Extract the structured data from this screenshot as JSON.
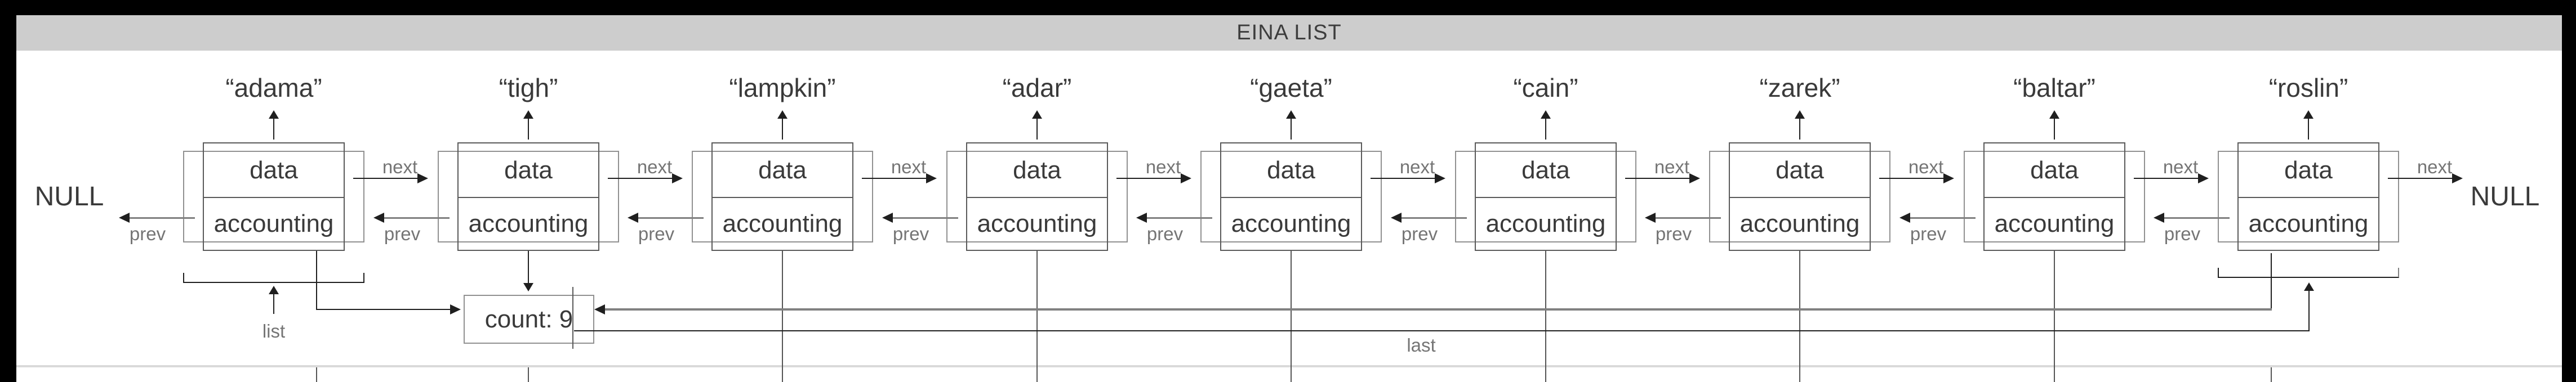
{
  "title": "EINA LIST",
  "left_null": "NULL",
  "right_null": "NULL",
  "labels": {
    "data": "data",
    "accounting": "accounting",
    "next": "next",
    "prev": "prev",
    "list": "list",
    "last": "last"
  },
  "count_box": {
    "text": "count: 9"
  },
  "nodes": [
    {
      "name": "“adama”"
    },
    {
      "name": "“tigh”"
    },
    {
      "name": "“lampkin”"
    },
    {
      "name": "“adar”"
    },
    {
      "name": "“gaeta”"
    },
    {
      "name": "“cain”"
    },
    {
      "name": "“zarek”"
    },
    {
      "name": "“baltar”"
    },
    {
      "name": "“roslin”"
    }
  ],
  "colors": {
    "frame": "#000000",
    "title_bar_bg": "#cdcdcd",
    "title_text": "#3d3d3d",
    "canvas_bg": "#ffffff",
    "outer_box_border": "#919191",
    "inner_box_border": "#5a5a5a",
    "node_text": "#3a3a3a",
    "label_gray": "#757575",
    "line_dark": "#1f1f1f",
    "line_gray": "#808080",
    "divider": "#dadada"
  }
}
